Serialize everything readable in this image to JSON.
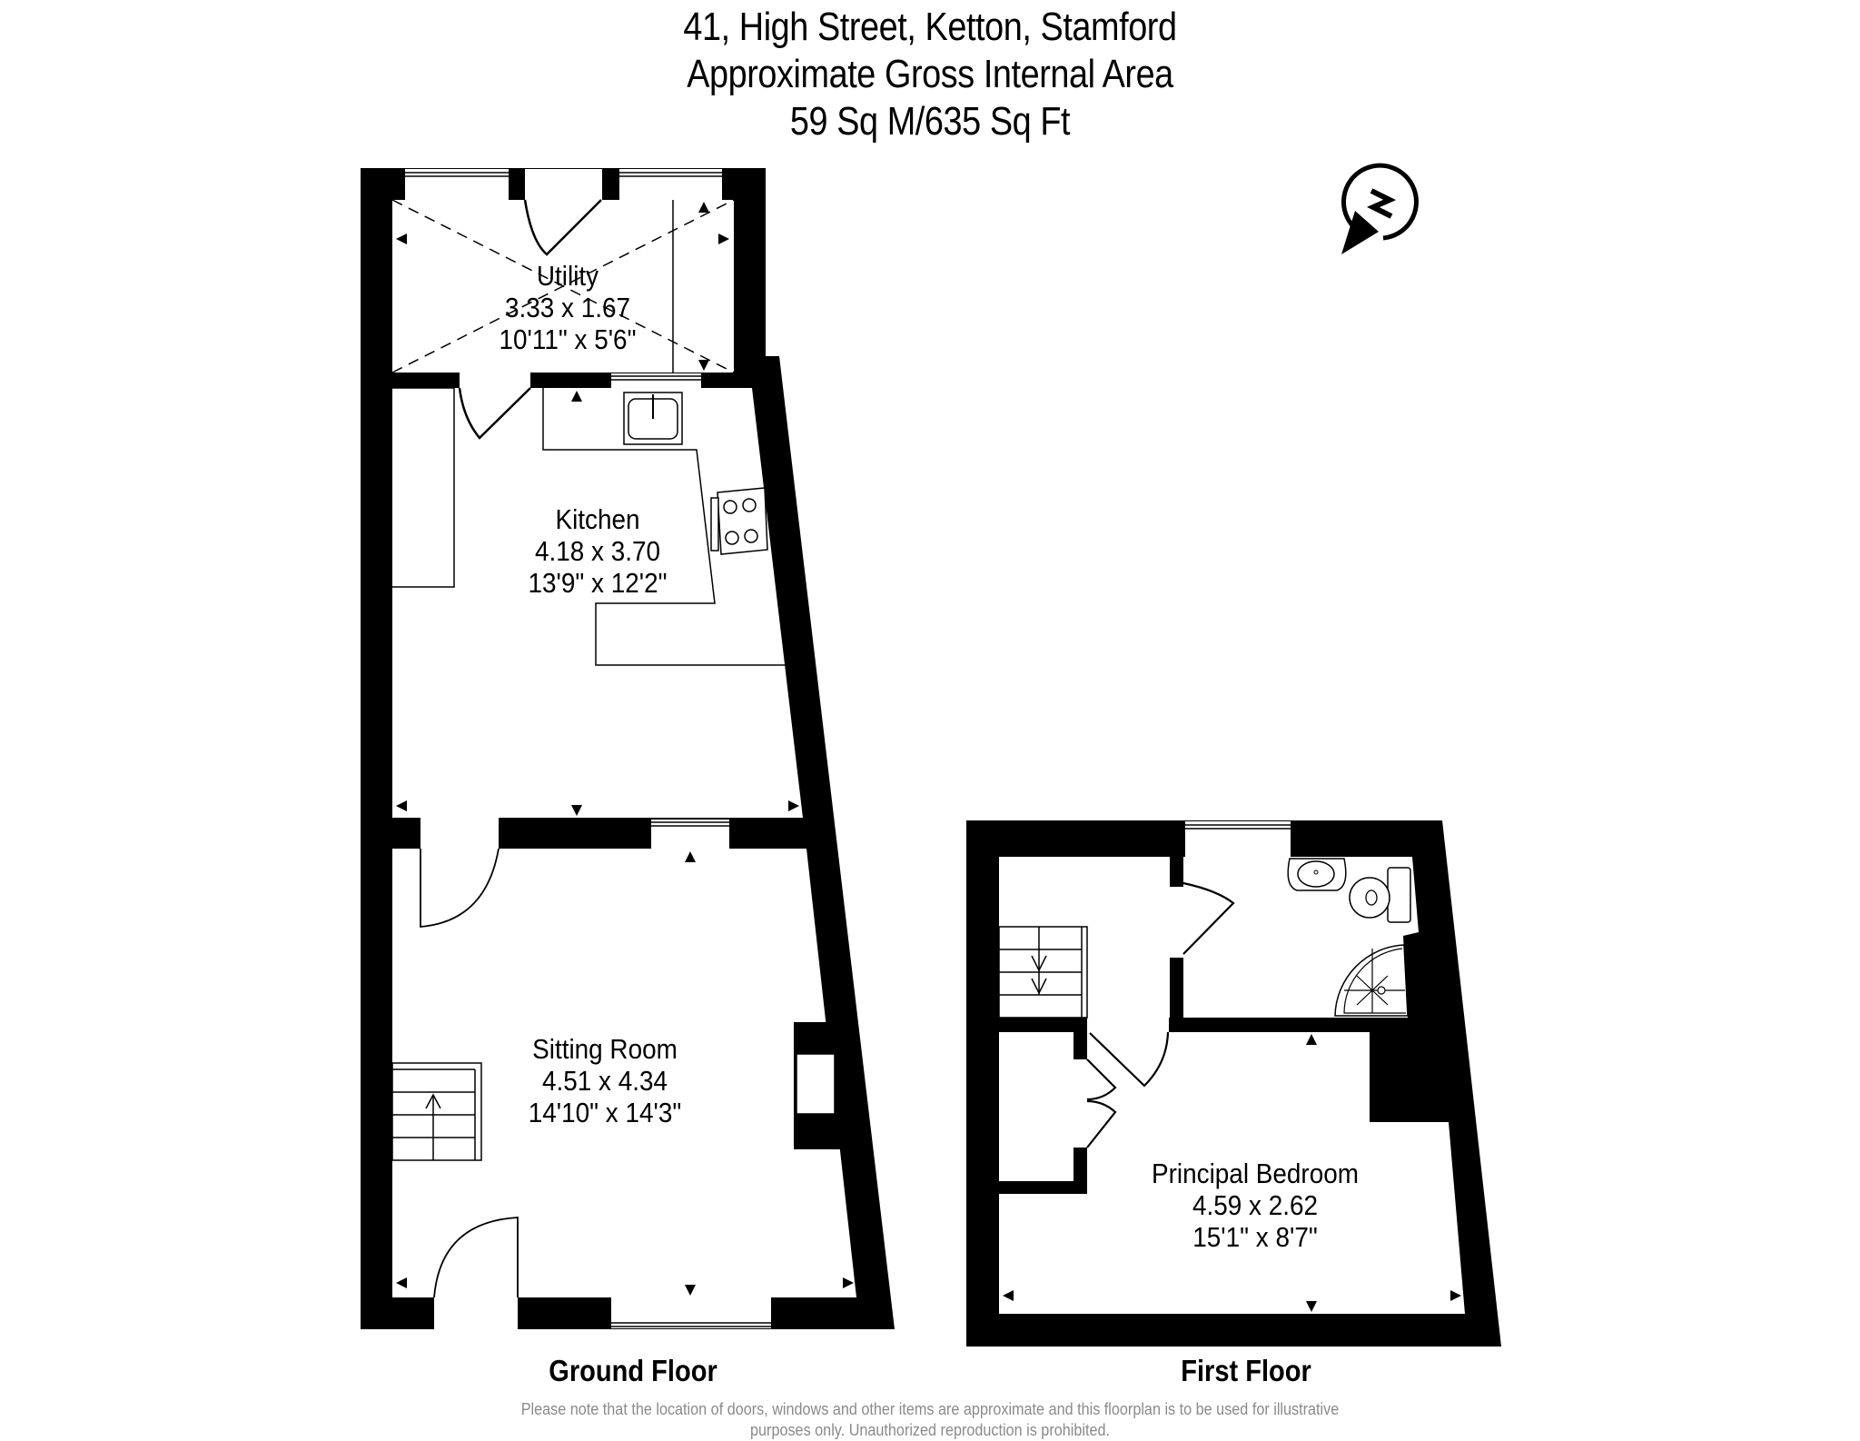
{
  "header": {
    "address": "41, High Street, Ketton, Stamford",
    "area_title": "Approximate Gross Internal Area",
    "area_value": "59 Sq M/635 Sq Ft"
  },
  "compass": {
    "label": "N",
    "icon": "north-compass-icon"
  },
  "floors": [
    {
      "label": "Ground Floor",
      "rooms": [
        {
          "name": "Utility",
          "metric": "3.33 x 1.67",
          "imperial": "10'11\" x 5'6\""
        },
        {
          "name": "Kitchen",
          "metric": "4.18 x 3.70",
          "imperial": "13'9\" x 12'2\""
        },
        {
          "name": "Sitting Room",
          "metric": "4.51 x 4.34",
          "imperial": "14'10\" x 14'3\""
        }
      ]
    },
    {
      "label": "First Floor",
      "rooms": [
        {
          "name": "Principal Bedroom",
          "metric": "4.59 x 2.62",
          "imperial": "15'1\" x 8'7\""
        }
      ]
    }
  ],
  "footer": {
    "disclaimer_line1": "Please note that the location of doors, windows and other items are approximate and this floorplan is to be used for illustrative",
    "disclaimer_line2": "purposes only. Unauthorized reproduction is prohibited."
  },
  "colors": {
    "wall": "#000000",
    "background": "#ffffff",
    "disclaimer": "#8a8a8a"
  }
}
